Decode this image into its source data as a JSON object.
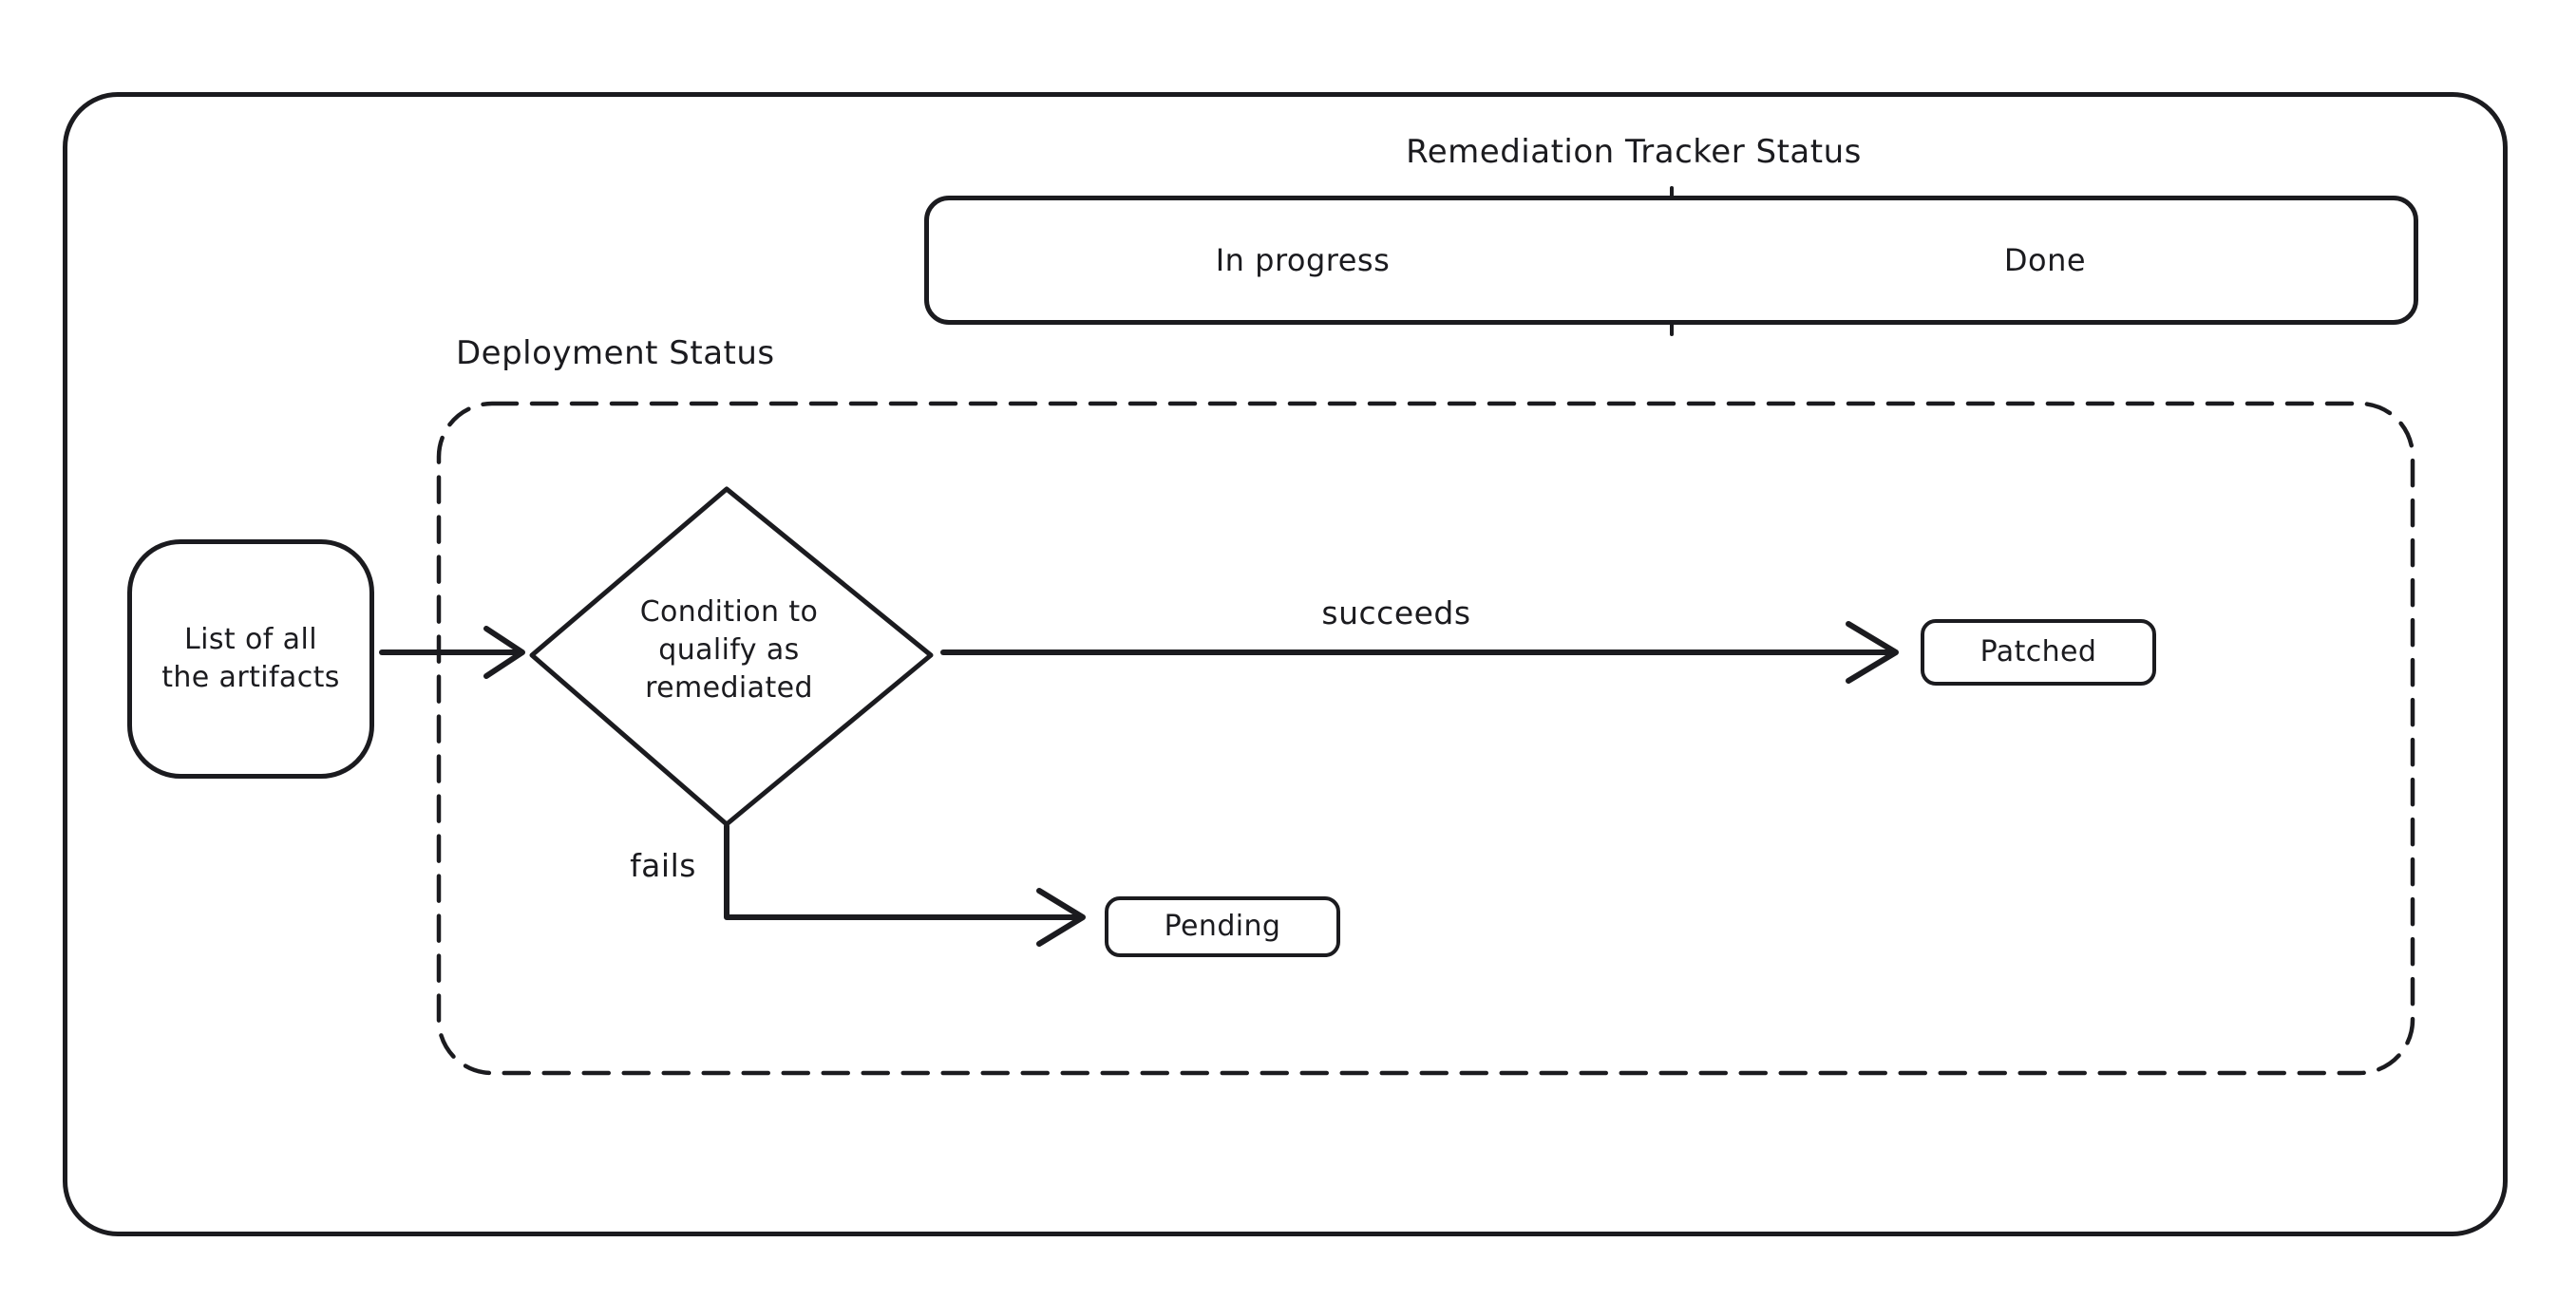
{
  "colors": {
    "ink": "#1b1b1f",
    "background": "#ffffff"
  },
  "tracker": {
    "title": "Remediation Tracker Status",
    "columns": [
      {
        "label": "In progress"
      },
      {
        "label": "Done"
      }
    ]
  },
  "deployment": {
    "label": "Deployment Status",
    "nodes": {
      "condition": {
        "lines": [
          "Condition to",
          "qualify as",
          "remediated"
        ]
      },
      "patched": {
        "label": "Patched"
      },
      "pending": {
        "label": "Pending"
      }
    },
    "edges": {
      "succeeds": {
        "label": "succeeds"
      },
      "fails": {
        "label": "fails"
      }
    }
  },
  "input": {
    "artifacts": {
      "lines": [
        "List of all",
        "the artifacts"
      ]
    }
  }
}
